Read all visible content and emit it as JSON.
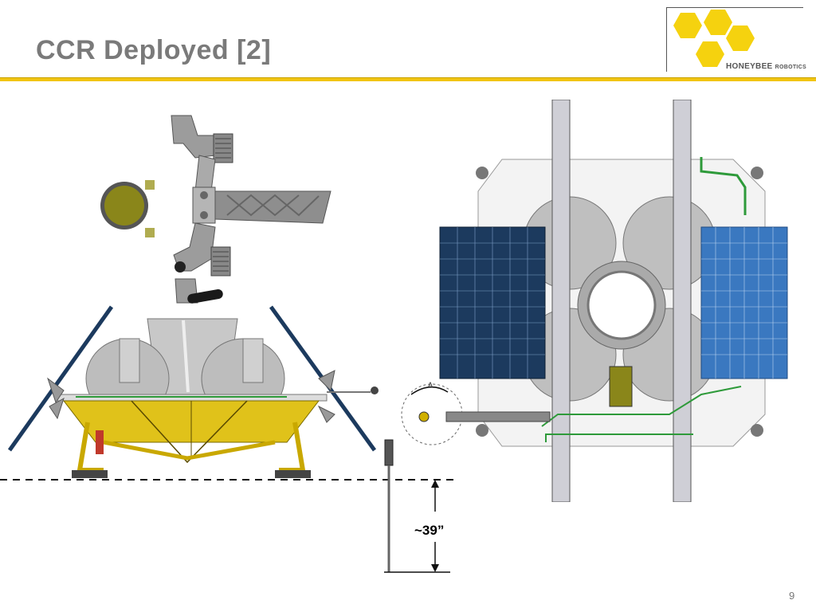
{
  "slide": {
    "title": "CCR Deployed [2]",
    "page_number": "9"
  },
  "logo": {
    "brand": "HONEYBEE",
    "suffix": "ROBOTICS"
  },
  "annotations": {
    "depth_label": "~39”",
    "view_marker": "A"
  },
  "colors": {
    "accent_rule": "#f1c40f",
    "logo_hex": "#f5d20f",
    "title_text": "#7a7a7a",
    "lander_gold": "#e0c21a",
    "solar_panel_dark": "#1c3a5e",
    "solar_panel_light": "#3a78c0",
    "harness_green": "#2e9a3a"
  }
}
